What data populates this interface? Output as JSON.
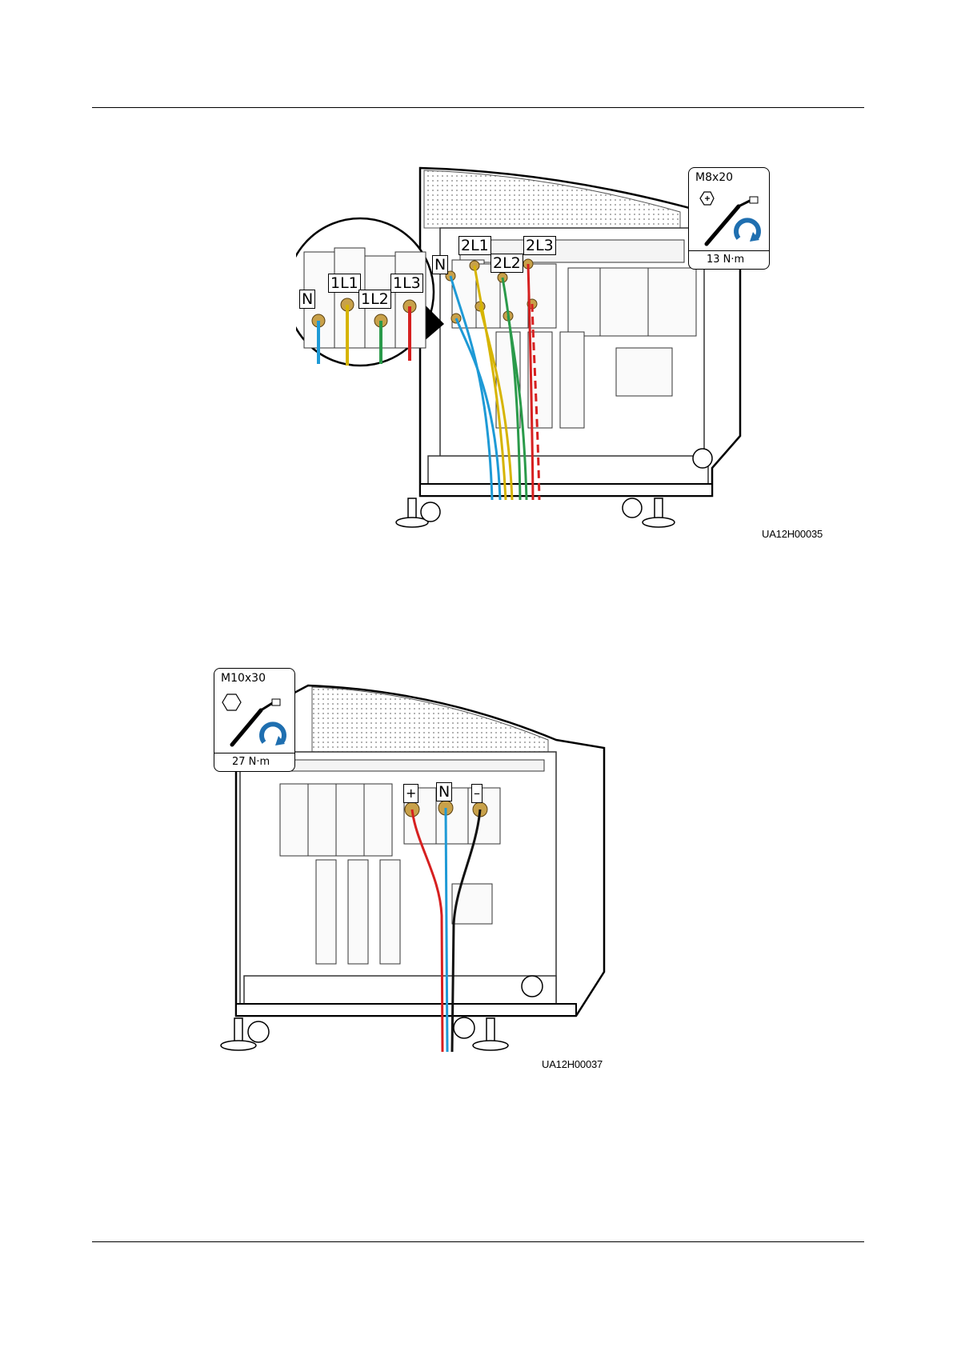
{
  "figure1": {
    "id": "UA12H00035",
    "tool": {
      "screw": "M8x20",
      "torque": "13 N·m"
    },
    "labels_detail": [
      "N",
      "1L1",
      "1L2",
      "1L3"
    ],
    "labels_main": [
      "N",
      "2L1",
      "2L2",
      "2L3"
    ],
    "cable_colors": [
      "#1e9ad6",
      "#d6b400",
      "#2a9a4a",
      "#d62020"
    ]
  },
  "figure2": {
    "id": "UA12H00037",
    "tool": {
      "screw": "M10x30",
      "torque": "27 N·m"
    },
    "labels": [
      "+",
      "N",
      "–"
    ],
    "cable_colors": [
      "#d62020",
      "#1e9ad6",
      "#111111"
    ]
  },
  "accent_color": "#1f6fb0"
}
